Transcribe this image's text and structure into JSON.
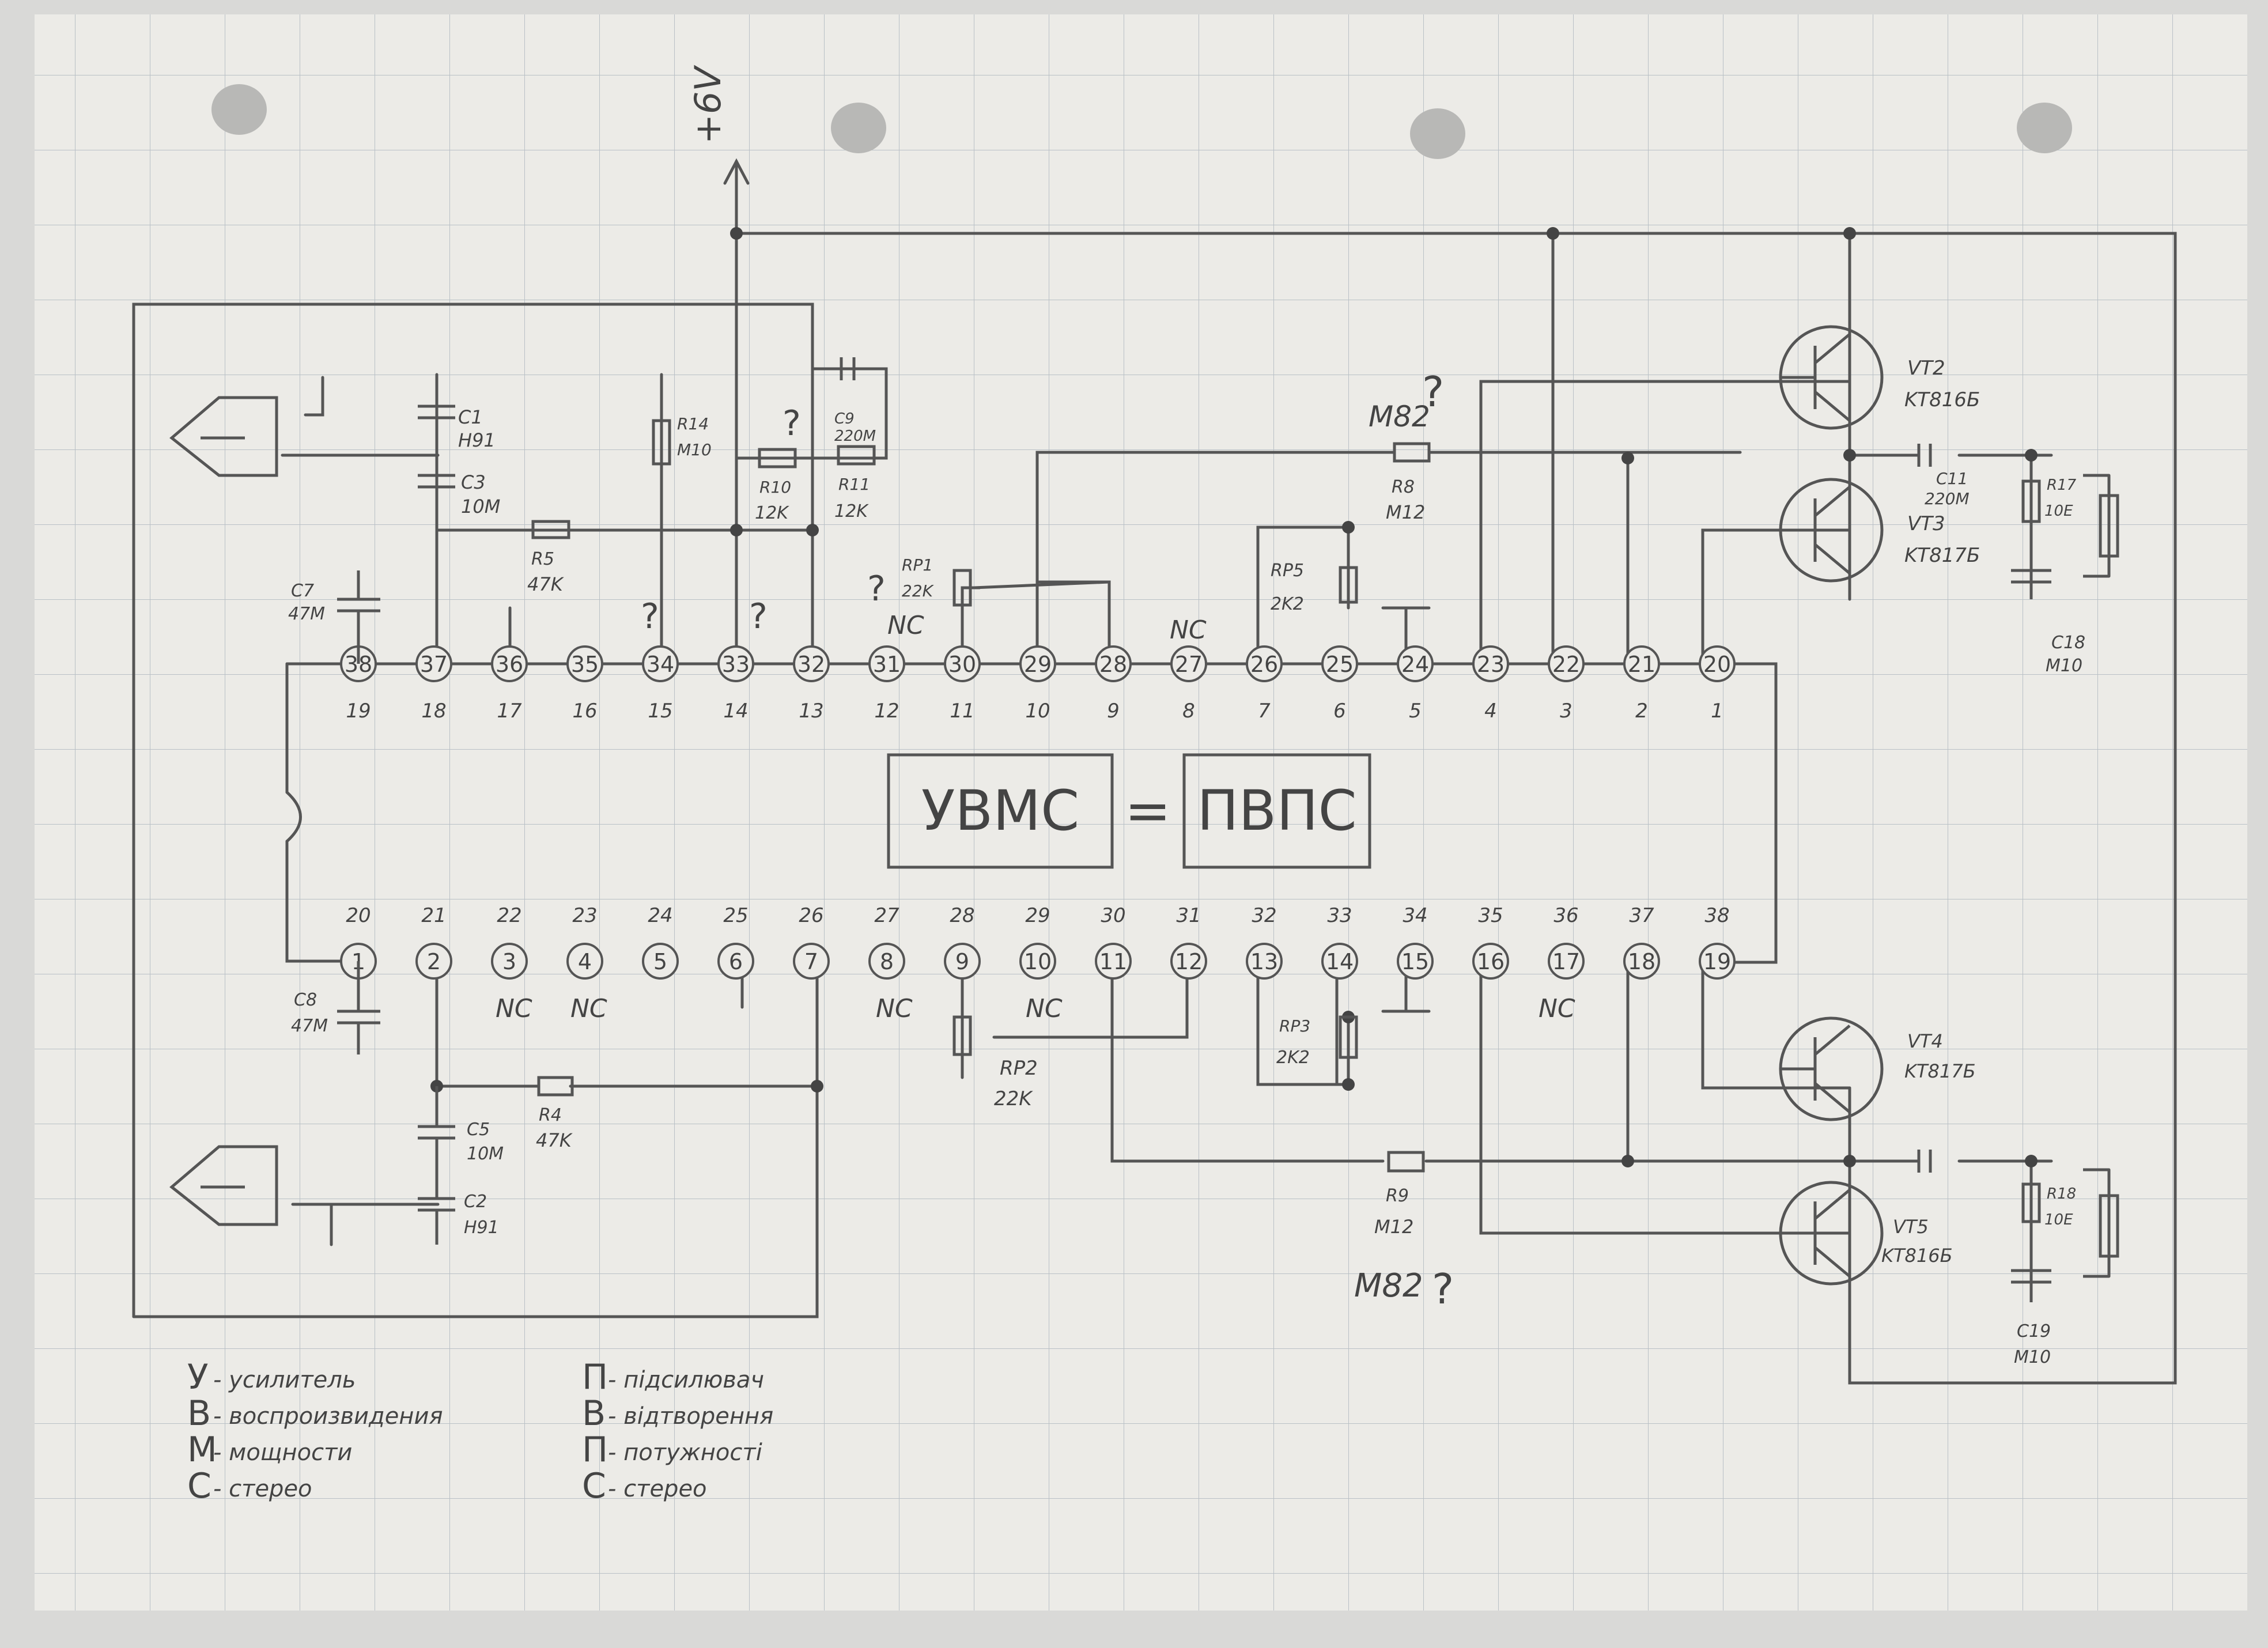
{
  "supply": {
    "label": "+6V"
  },
  "ic": {
    "chip_left": "УВМС",
    "equals": "=",
    "chip_right": "ПВПС",
    "top_pins": [
      {
        "pin": "38",
        "num": "19"
      },
      {
        "pin": "37",
        "num": "18"
      },
      {
        "pin": "36",
        "num": "17"
      },
      {
        "pin": "35",
        "num": "16"
      },
      {
        "pin": "34",
        "num": "15"
      },
      {
        "pin": "33",
        "num": "14"
      },
      {
        "pin": "32",
        "num": "13"
      },
      {
        "pin": "31",
        "num": "12"
      },
      {
        "pin": "30",
        "num": "11"
      },
      {
        "pin": "29",
        "num": "10"
      },
      {
        "pin": "28",
        "num": "9"
      },
      {
        "pin": "27",
        "num": "8"
      },
      {
        "pin": "26",
        "num": "7"
      },
      {
        "pin": "25",
        "num": "6"
      },
      {
        "pin": "24",
        "num": "5"
      },
      {
        "pin": "23",
        "num": "4"
      },
      {
        "pin": "22",
        "num": "3"
      },
      {
        "pin": "21",
        "num": "2"
      },
      {
        "pin": "20",
        "num": "1"
      }
    ],
    "bottom_pins": [
      {
        "pin": "1",
        "num": "20"
      },
      {
        "pin": "2",
        "num": "21"
      },
      {
        "pin": "3",
        "num": "22"
      },
      {
        "pin": "4",
        "num": "23"
      },
      {
        "pin": "5",
        "num": "24"
      },
      {
        "pin": "6",
        "num": "25"
      },
      {
        "pin": "7",
        "num": "26"
      },
      {
        "pin": "8",
        "num": "27"
      },
      {
        "pin": "9",
        "num": "28"
      },
      {
        "pin": "10",
        "num": "29"
      },
      {
        "pin": "11",
        "num": "30"
      },
      {
        "pin": "12",
        "num": "31"
      },
      {
        "pin": "13",
        "num": "32"
      },
      {
        "pin": "14",
        "num": "33"
      },
      {
        "pin": "15",
        "num": "34"
      },
      {
        "pin": "16",
        "num": "35"
      },
      {
        "pin": "17",
        "num": "36"
      },
      {
        "pin": "18",
        "num": "37"
      },
      {
        "pin": "19",
        "num": "38"
      }
    ],
    "nc": "NC"
  },
  "components": {
    "c1": {
      "name": "C1",
      "value": "H91"
    },
    "c3": {
      "name": "C3",
      "value": "10M"
    },
    "c7": {
      "name": "C7",
      "value": "47M"
    },
    "c8": {
      "name": "C8",
      "value": "47M"
    },
    "c9": {
      "name": "C9",
      "value": "220M"
    },
    "c5": {
      "name": "C5",
      "value": "10M"
    },
    "c2": {
      "name": "C2",
      "value": "H91"
    },
    "c11": {
      "name": "C11",
      "value": "220M"
    },
    "c18": {
      "name": "C18",
      "value": "M10"
    },
    "c19": {
      "name": "C19",
      "value": "M10"
    },
    "r5": {
      "name": "R5",
      "value": "47K"
    },
    "r4": {
      "name": "R4",
      "value": "47K"
    },
    "r14": {
      "name": "R14",
      "value": "M10"
    },
    "r10": {
      "name": "R10",
      "value": "12K"
    },
    "r11": {
      "name": "R11",
      "value": "12K"
    },
    "r8": {
      "name": "R8",
      "value": "M12"
    },
    "r9": {
      "name": "R9",
      "value": "M12"
    },
    "r17": {
      "name": "R17",
      "value": "10E"
    },
    "r18": {
      "name": "R18",
      "value": "10E"
    },
    "rp1": {
      "name": "RP1",
      "value": "22K"
    },
    "rp2": {
      "name": "RP2",
      "value": "22K"
    },
    "rp5": {
      "name": "RP5",
      "value": "2K2"
    },
    "rp3": {
      "name": "RP3",
      "value": "2K2"
    },
    "vt2": {
      "name": "VT2",
      "value": "KT816Б"
    },
    "vt3": {
      "name": "VT3",
      "value": "KT817Б"
    },
    "vt4": {
      "name": "VT4",
      "value": "KT817Б"
    },
    "vt5": {
      "name": "VT5",
      "value": "KT816Б"
    }
  },
  "notes": {
    "q": "?",
    "m82_top": "M82",
    "m82_bottom": "M82"
  },
  "legend_ru": [
    {
      "letter": "У",
      "text": "- усилитель"
    },
    {
      "letter": "В",
      "text": "- воспроизвидения"
    },
    {
      "letter": "М",
      "text": "- мощности"
    },
    {
      "letter": "С",
      "text": "- стерео"
    }
  ],
  "legend_ua": [
    {
      "letter": "П",
      "text": "- підсилювач"
    },
    {
      "letter": "В",
      "text": "- відтворення"
    },
    {
      "letter": "П",
      "text": "- потужності"
    },
    {
      "letter": "С",
      "text": "- стерео"
    }
  ]
}
